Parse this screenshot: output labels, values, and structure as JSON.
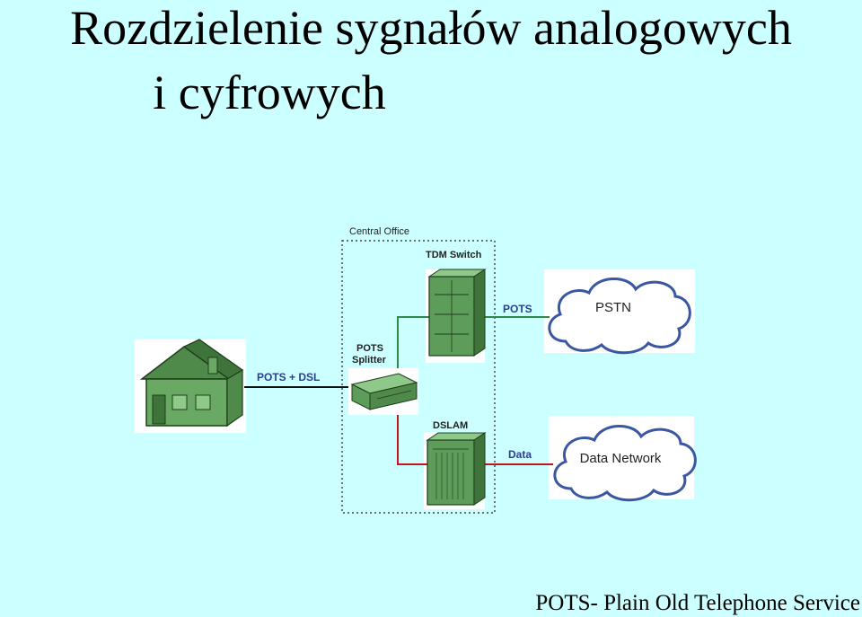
{
  "title": {
    "line1": "Rozdzielenie sygnałów analogowych",
    "line2": "i cyfrowych"
  },
  "diagram": {
    "central_office": "Central Office",
    "tdm_switch": "TDM Switch",
    "pots_splitter_line1": "POTS",
    "pots_splitter_line2": "Splitter",
    "dslam": "DSLAM",
    "link_home": "POTS + DSL",
    "link_pstn": "POTS",
    "link_data": "Data",
    "cloud_pstn": "PSTN",
    "cloud_data": "Data Network",
    "colors": {
      "background": "#ccffff",
      "equipment_green": "#5e9c5a",
      "pots_line": "#2f8a4a",
      "data_line": "#c0141e",
      "cloud_outline": "#3a57a3",
      "label_blue": "#2b3f8f"
    }
  },
  "footer": "POTS- Plain Old Telephone Service"
}
